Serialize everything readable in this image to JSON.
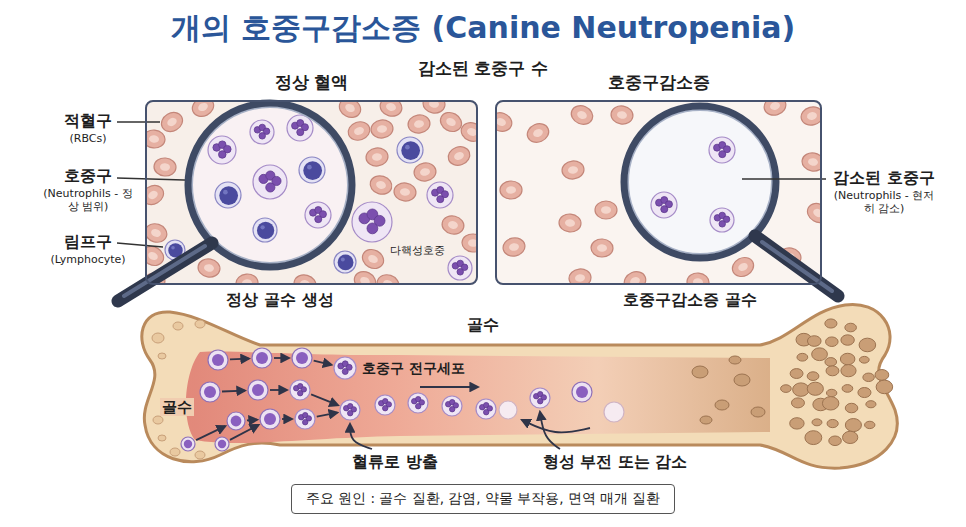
{
  "diagram": {
    "title": "개의 호중구감소증 (Canine Neutropenia)",
    "nodes": [
      {
        "text": [
          "정상 혈액"
        ]
      },
      {
        "text": [
          "호중구감소증"
        ]
      },
      {
        "text": [
          "골수"
        ]
      },
      {
        "text": [
          "주요 원인 : 골수 질환, 감염, 약물 부작용, 면역 매개 질환"
        ]
      }
    ],
    "labels": [
      "감소된 호중구 수",
      "적혈구",
      "(RBCs)",
      "호중구",
      "(Neutrophils - 정상 범위)",
      "림프구",
      "(Lymphocyte)",
      "다핵성호중",
      "감소된 호중구",
      "(Neutrophils - 현저히 감소)",
      "정상 골수 생성",
      "호중구감소증 골수",
      "골수",
      "호중구 전구세포",
      "혈류로 방출",
      "형성 부전 또는 감소"
    ]
  }
}
